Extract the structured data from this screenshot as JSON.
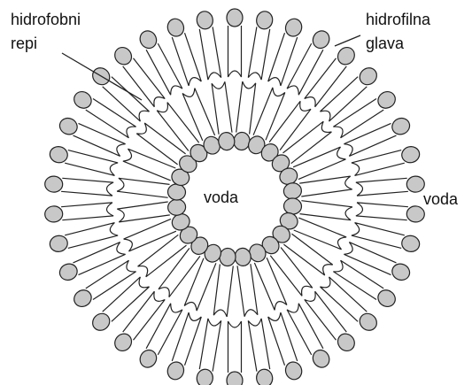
{
  "labels": {
    "tails_line1": "hidrofobni",
    "tails_line2": "repi",
    "head_line1": "hidrofilna",
    "head_line2": "glava",
    "water_inside": "voda",
    "water_outside": "voda"
  },
  "colors": {
    "head_fill": "#c8c8c8",
    "outline": "#222222",
    "tail_fill": "#ffffff",
    "background": "#ffffff"
  }
}
